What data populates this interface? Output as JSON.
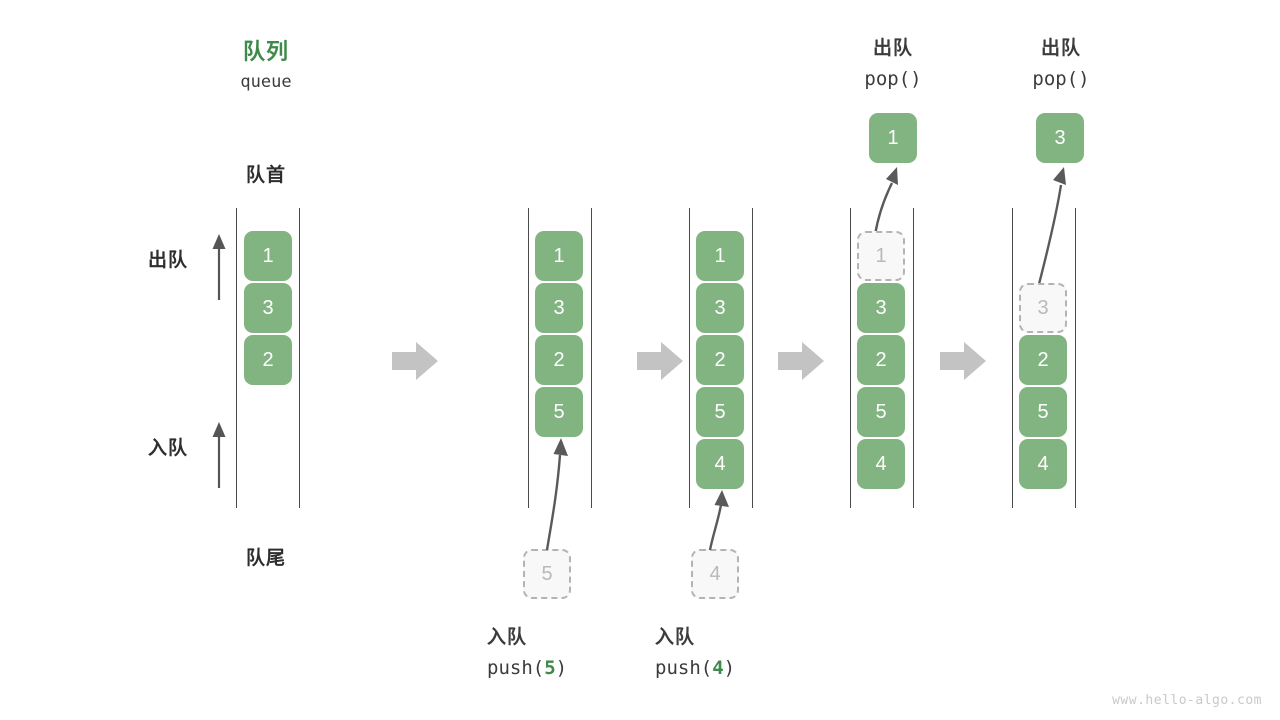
{
  "page": {
    "watermark": "www.hello-algo.com",
    "colors": {
      "element_green": "#82b481",
      "title_green": "#3f8a4a",
      "ghost_fill": "#f8f8f8",
      "ghost_border": "#b3b3b3",
      "rail": "#4a4a4a",
      "step_arrow": "#c3c3c3",
      "text_dark": "#3c3c3c",
      "watermark": "#c9c9c9"
    }
  },
  "title": {
    "cn": "队列",
    "en": "queue"
  },
  "axis_labels": {
    "head": "队首",
    "tail": "队尾",
    "dequeue": "出队",
    "enqueue": "入队"
  },
  "steps": [
    {
      "id": "initial",
      "header_cn": "",
      "header_code": "",
      "cells": [
        "1",
        "3",
        "2"
      ],
      "ghost_index": -1,
      "incoming": null,
      "popped": null
    },
    {
      "id": "push-5",
      "header_cn": "",
      "header_code": "",
      "cells": [
        "1",
        "3",
        "2",
        "5"
      ],
      "ghost_index": -1,
      "incoming": {
        "value": "5",
        "caption_cn": "入队",
        "caption_code_prefix": "push(",
        "caption_code_value": "5",
        "caption_code_suffix": ")"
      },
      "popped": null
    },
    {
      "id": "push-4",
      "header_cn": "",
      "header_code": "",
      "cells": [
        "1",
        "3",
        "2",
        "5",
        "4"
      ],
      "ghost_index": -1,
      "incoming": {
        "value": "4",
        "caption_cn": "入队",
        "caption_code_prefix": "push(",
        "caption_code_value": "4",
        "caption_code_suffix": ")"
      },
      "popped": null
    },
    {
      "id": "pop-1",
      "header_cn": "出队",
      "header_code": "pop()",
      "cells": [
        "1",
        "3",
        "2",
        "5",
        "4"
      ],
      "ghost_index": 0,
      "incoming": null,
      "popped": {
        "value": "1"
      }
    },
    {
      "id": "pop-3",
      "header_cn": "出队",
      "header_code": "pop()",
      "cells": [
        "",
        "3",
        "2",
        "5",
        "4"
      ],
      "ghost_index": 1,
      "incoming": null,
      "popped": {
        "value": "3"
      }
    }
  ],
  "step_arrows": [
    {
      "label": "step-arrow-1"
    },
    {
      "label": "step-arrow-2"
    },
    {
      "label": "step-arrow-3"
    },
    {
      "label": "step-arrow-4"
    }
  ]
}
